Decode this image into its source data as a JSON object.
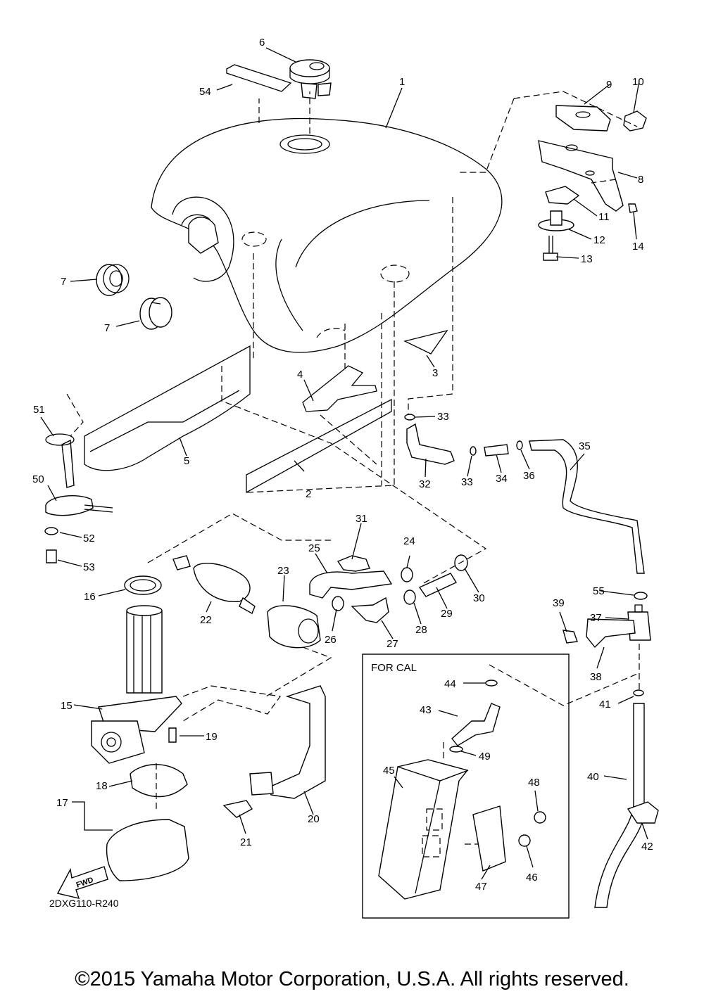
{
  "diagram": {
    "callouts": [
      "1",
      "2",
      "3",
      "4",
      "5",
      "6",
      "7",
      "7",
      "8",
      "9",
      "10",
      "11",
      "12",
      "13",
      "14",
      "15",
      "16",
      "17",
      "18",
      "19",
      "20",
      "21",
      "22",
      "23",
      "24",
      "25",
      "26",
      "27",
      "28",
      "29",
      "30",
      "31",
      "32",
      "33",
      "33",
      "34",
      "35",
      "36",
      "37",
      "38",
      "39",
      "40",
      "41",
      "42",
      "43",
      "44",
      "45",
      "46",
      "47",
      "48",
      "49",
      "50",
      "51",
      "52",
      "53",
      "54",
      "55"
    ],
    "inset_title": "FOR CAL",
    "fwd_label": "FWD",
    "diagram_code": "2DXG110-R240"
  },
  "footer": {
    "copyright": "©2015 Yamaha Motor Corporation, U.S.A. All rights reserved."
  }
}
